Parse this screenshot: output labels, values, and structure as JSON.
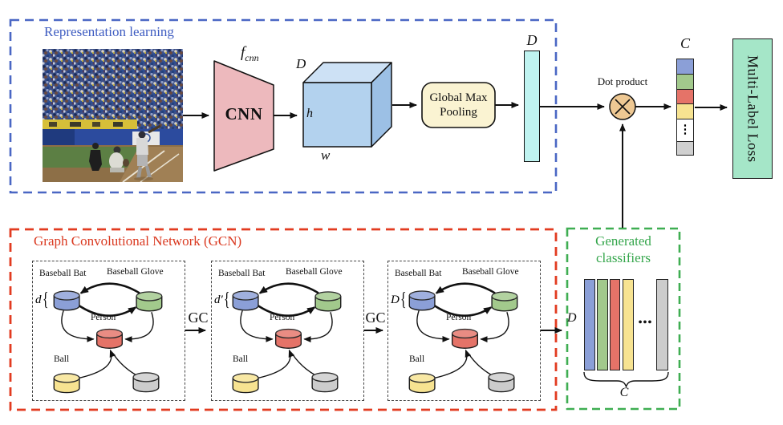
{
  "representation": {
    "title": "Representation learning",
    "fcnn_main": "f",
    "fcnn_sub": "cnn",
    "cnn_label": "CNN",
    "cube_depth": "D",
    "cube_height": "h",
    "cube_width": "w",
    "pooling_line1": "Global Max",
    "pooling_line2": "Pooling",
    "feature_dim": "D"
  },
  "fusion": {
    "dot_product_label": "Dot product",
    "score_dim": "C",
    "score_ellipsis": "⋮",
    "loss_label": "Multi-Label Loss"
  },
  "gcn": {
    "title": "Graph Convolutional Network (GCN)",
    "gc1": "GC",
    "gc2": "GC",
    "labels": {
      "bat": "Baseball Bat",
      "glove": "Baseball Glove",
      "person": "Person",
      "ball": "Ball"
    },
    "panels": [
      {
        "dim": "d"
      },
      {
        "dim": "d′"
      },
      {
        "dim": "D"
      }
    ],
    "brace_glyph": "{"
  },
  "classifiers": {
    "title_line1": "Generated",
    "title_line2": "classifiers",
    "dim_label": "D",
    "count_label": "C",
    "ellipsis": "•••"
  },
  "colors": {
    "rep_border": "#4a67c4",
    "gcn_border": "#e23b20",
    "classifiers_border": "#3fae52",
    "cnn_fill": "#edb9bd",
    "cube_front": "#b3d2ee",
    "cube_top": "#cde1f5",
    "cube_side": "#9cc0e5",
    "pooling_fill": "#faf3d2",
    "feature_bar_fill": "#bff3f0",
    "dot_circle_fill": "#eec893",
    "loss_fill": "#a5e6c8",
    "node_blue": "#8b9fd7",
    "node_green": "#a2c98c",
    "node_red": "#e57368",
    "node_yellow": "#f7e391",
    "node_gray": "#cccccc"
  }
}
